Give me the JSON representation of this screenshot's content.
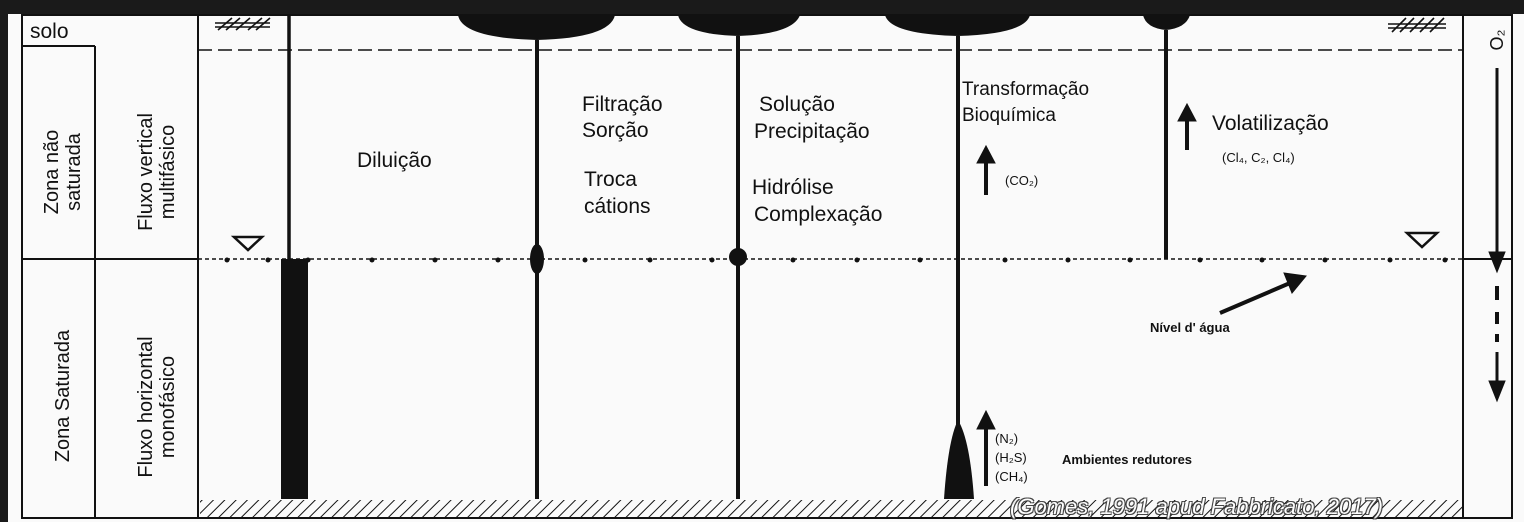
{
  "soil_label": "solo",
  "zones": {
    "unsaturated": "Zona não\nsaturada",
    "saturated": "Zona Saturada"
  },
  "flows": {
    "vertical": "Fluxo vertical\nmultifásico",
    "horizontal": "Fluxo horizontal\nmonofásico"
  },
  "processes": {
    "dilution": "Diluição",
    "filtration": "Filtração",
    "sorption": "Sorção",
    "exchange_1": "Troca",
    "exchange_2": "cátions",
    "solution": "Solução",
    "precipitation": "Precipitação",
    "hydrolysis": "Hidrólise",
    "complexation": "Complexação",
    "transformation_1": "Transformação",
    "transformation_2": "Bioquímica",
    "co2": "(CO₂)",
    "volatilization": "Volatilização",
    "volatile_species": "(Cl₄, C₂, Cl₄)"
  },
  "reducing": {
    "n2": "(N₂)",
    "h2s": "(H₂S)",
    "ch4": "(CH₄)",
    "label": "Ambientes redutores"
  },
  "water_level_label": "Nível d' água",
  "oxygen_label": "O₂",
  "credit": "(Gomes, 1991 apud Fabbricato, 2017)"
}
